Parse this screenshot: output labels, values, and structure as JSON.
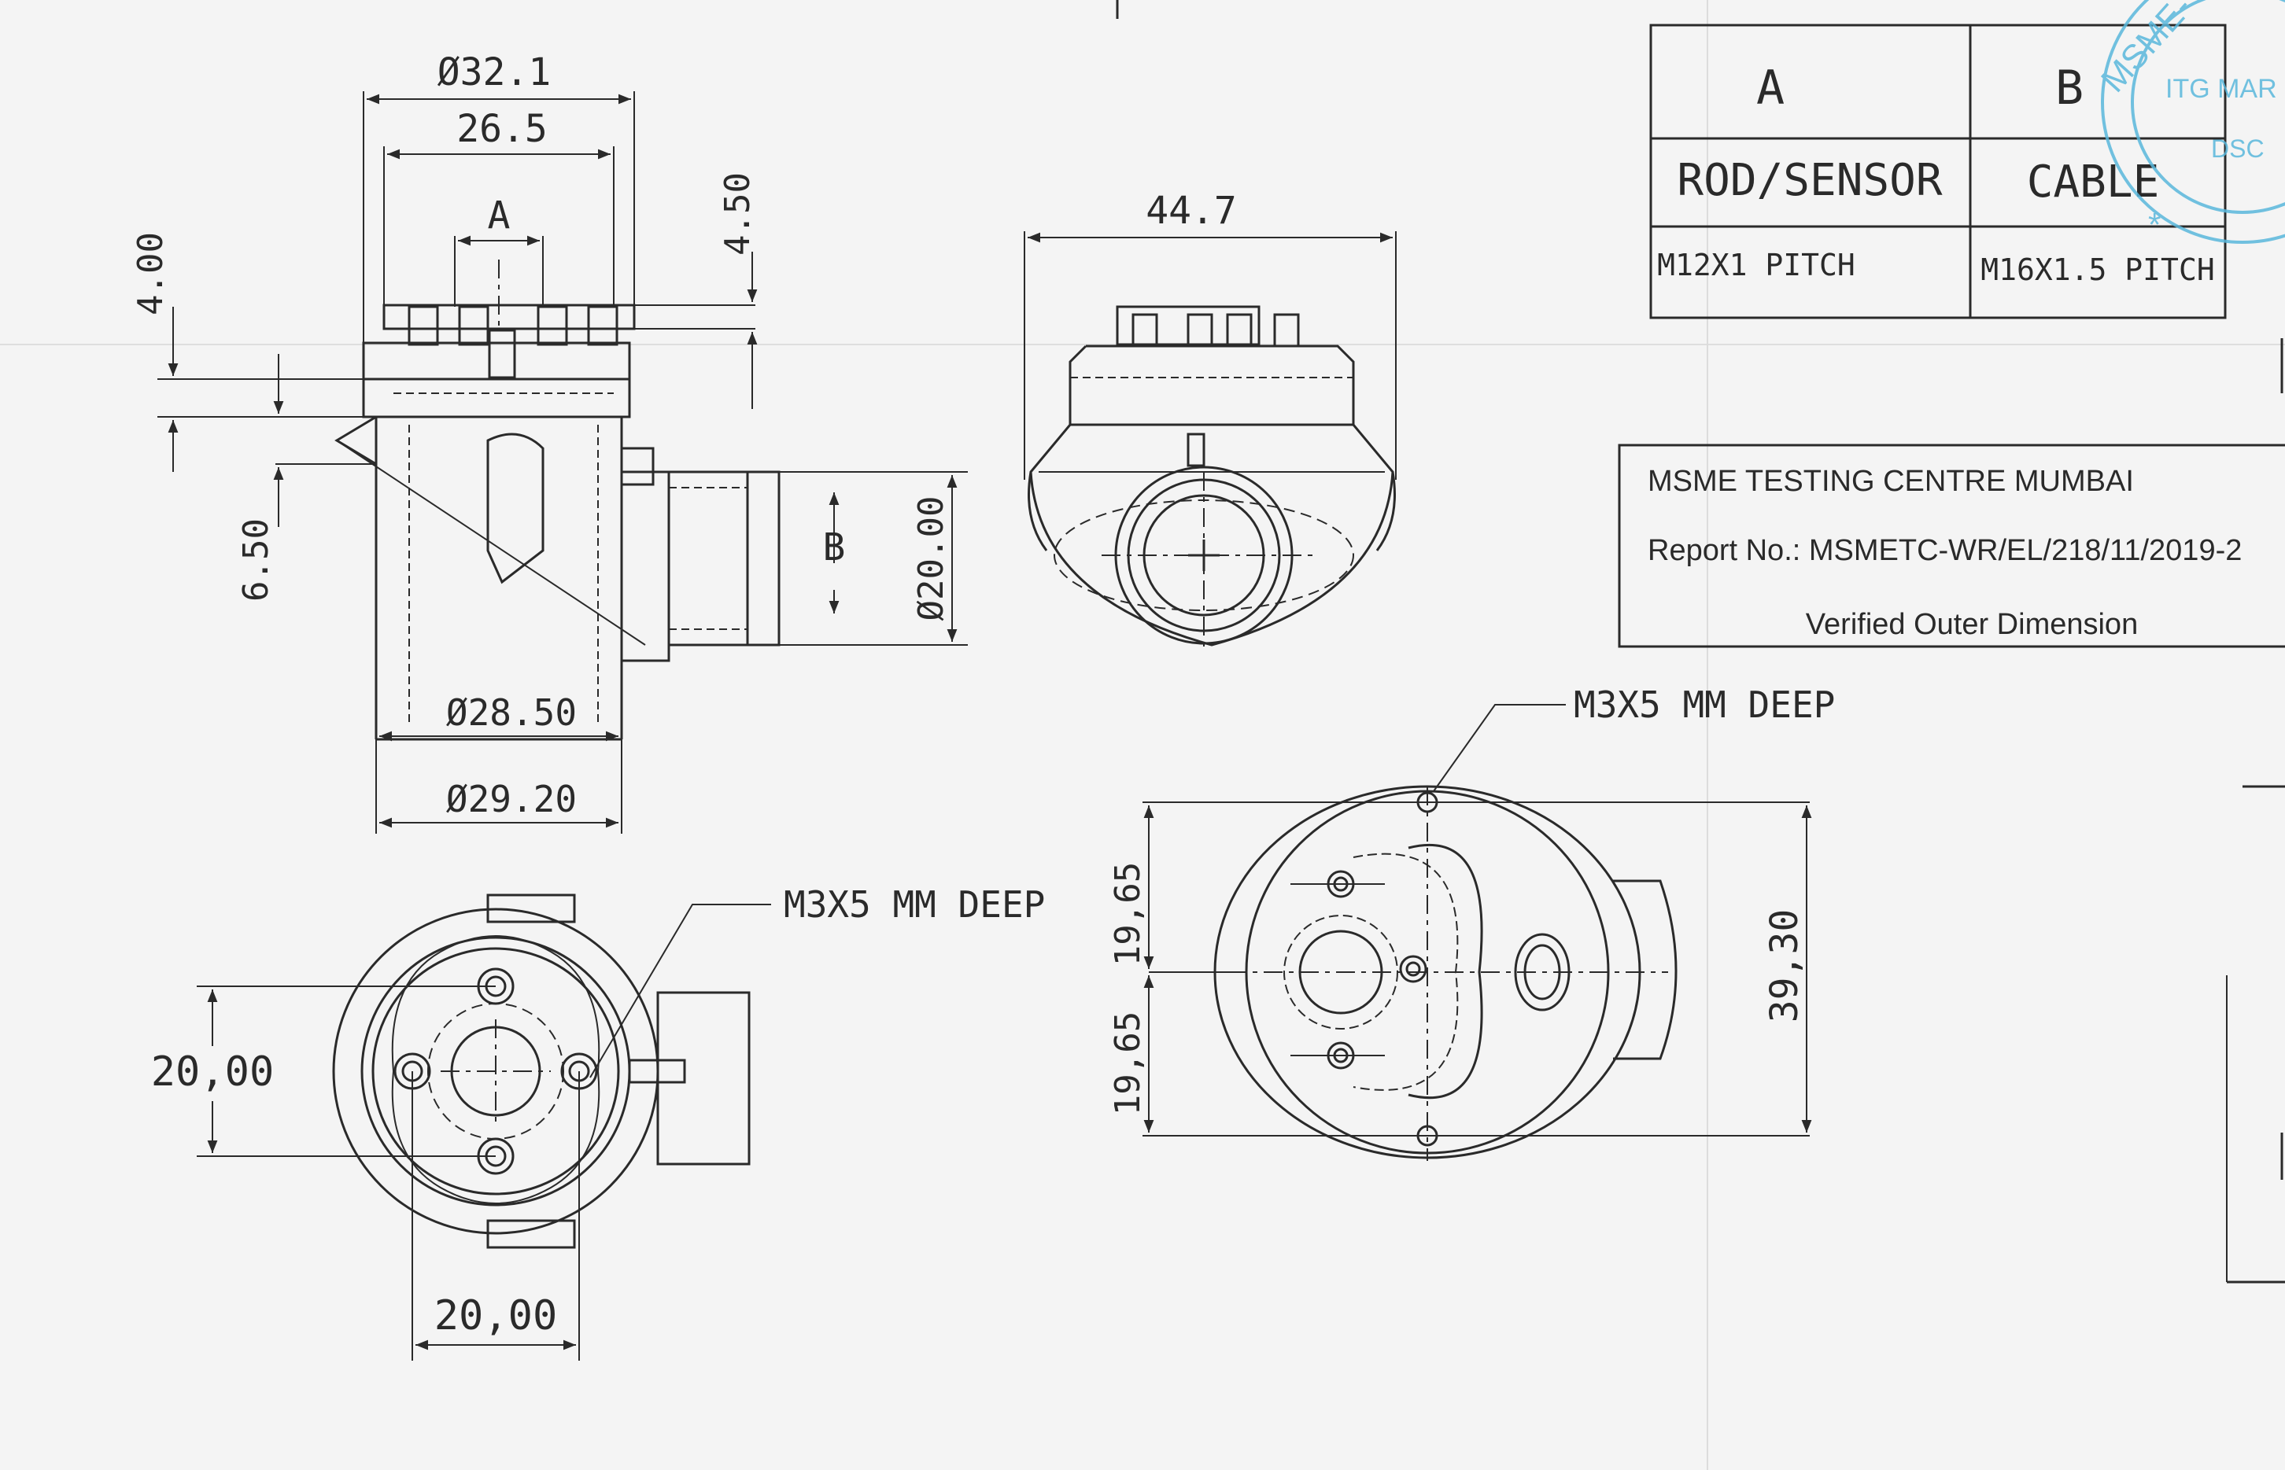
{
  "spec_table": {
    "col_a_header": "A",
    "col_b_header": "B",
    "col_a_type": "ROD/SENSOR",
    "col_b_type": "CABLE",
    "col_a_spec": "M12X1 PITCH",
    "col_b_spec": "M16X1.5 PITCH"
  },
  "verification_box": {
    "centre": "MSME TESTING CENTRE MUMBAI",
    "report_no": "Report No.: MSMETC-WR/EL/218/11/2019-2",
    "status": "Verified Outer Dimension"
  },
  "stamp": {
    "arc_text": "MSME-TC",
    "line1": "ITG MAR",
    "line2": "DSC"
  },
  "side_view": {
    "dia_outer_top": "Ø32.1",
    "width_top": "26.5",
    "thread_a_label": "A",
    "height_4_50": "4.50",
    "height_4_00": "4.00",
    "height_6_50": "6.50",
    "thread_b_label": "B",
    "dia_20_00": "Ø20.00",
    "dia_28_50": "Ø28.50",
    "dia_29_20": "Ø29.20"
  },
  "front_view": {
    "width_44_7": "44.7"
  },
  "bottom_view": {
    "hole_callout": "M3X5 MM DEEP",
    "pitch_vertical": "20,00",
    "pitch_horizontal": "20,00"
  },
  "plan_view": {
    "hole_callout": "M3X5 MM DEEP",
    "half_upper": "19,65",
    "half_lower": "19,65",
    "overall_height": "39,30"
  },
  "colors": {
    "paper": "#f4f4f4",
    "ink": "#2a2a2a",
    "stamp": "#5ab8dc"
  }
}
